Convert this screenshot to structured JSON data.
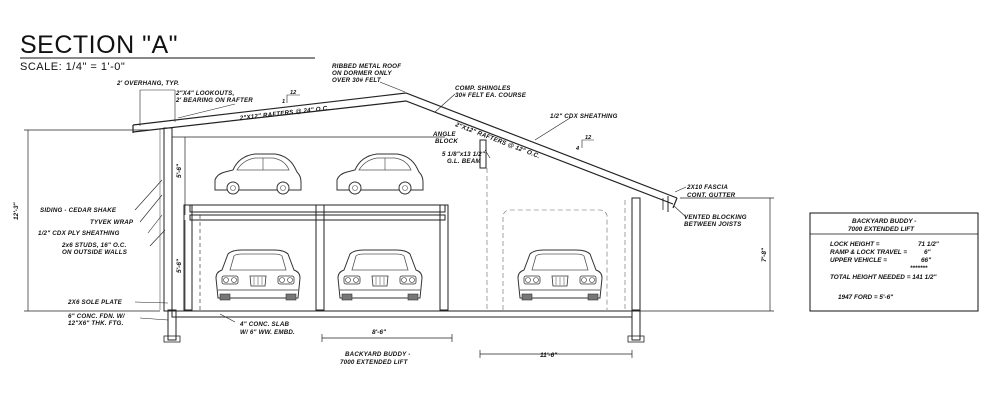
{
  "title": "SECTION \"A\"",
  "scale": "SCALE: 1/4\" = 1'-0\"",
  "labels": {
    "overhang": "2' OVERHANG, TYP.",
    "lookouts_1": "2\"X4\" LOOKOUTS,",
    "lookouts_2": "2' BEARING ON RAFTER",
    "pitch_left_1": "1",
    "pitch_left_2": "12",
    "rafters_left": "2\"X12\" RAFTERS @ 24\" O.C.",
    "ribbed_1": "RIBBED METAL ROOF",
    "ribbed_2": "ON DORMER ONLY",
    "ribbed_3": "OVER 30# FELT",
    "comp_1": "COMP. SHINGLES",
    "comp_2": "30# FELT EA. COURSE",
    "cdx": "1/2\" CDX SHEATHING",
    "angle_1": "ANGLE",
    "angle_2": "BLOCK",
    "beam_1": "5 1/8\"x13 1/2\"",
    "beam_2": "G.L. BEAM",
    "rafters_right": "2\"X12\" RAFTERS @ 12\" O.C.",
    "pitch_right_1": "4",
    "pitch_right_2": "12",
    "fascia": "2X10 FASCIA",
    "gutter": "CONT. GUTTER",
    "vented_1": "VENTED BLOCKING",
    "vented_2": "BETWEEN JOISTS",
    "siding": "SIDING - CEDAR SHAKE",
    "tyvek": "TYVEK WRAP",
    "ply": "1/2\" CDX PLY SHEATHING",
    "studs_1": "2x6 STUDS, 16\" O.C.",
    "studs_2": "ON OUTSIDE WALLS",
    "sole": "2X6 SOLE PLATE",
    "fdn_1": "6\" CONC. FDN. W/",
    "fdn_2": "12\"X6\" THK. FTG.",
    "slab_1": "4\" CONC. SLAB",
    "slab_2": "W/ 6\" WW. EMBD.",
    "lift_dim": "8'-6\"",
    "lift_1": "BACKYARD BUDDY -",
    "lift_2": "7000 EXTENDED LIFT",
    "right_dim": "11'-6\"",
    "height_total": "12'-3\"",
    "height_upper": "5'-6\"",
    "height_lower": "5'-6\"",
    "height_right": "7'-8\""
  },
  "info_box": {
    "title_1": "BACKYARD BUDDY -",
    "title_2": "7000 EXTENDED LIFT",
    "lock_label": "LOCK HEIGHT =",
    "lock_value": "71 1/2\"",
    "ramp_label": "RAMP & LOCK TRAVEL =",
    "ramp_value": "6\"",
    "upper_label": "UPPER VEHICLE =",
    "upper_value": "66\"",
    "stars": "*******",
    "total_label": "TOTAL HEIGHT NEEDED = 141 1/2\"",
    "ford": "1947 FORD = 5'-6\""
  }
}
